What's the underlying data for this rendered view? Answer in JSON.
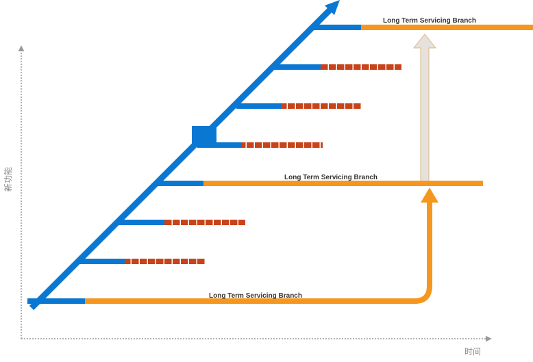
{
  "axes": {
    "y_label": "新功能",
    "x_label": "时间"
  },
  "ltsb": {
    "label_top": "Long Term Servicing Branch",
    "label_middle": "Long Term Servicing Branch",
    "label_bottom": "Long Term Servicing Branch"
  },
  "colors": {
    "trunk": "#0a78d2",
    "ltsb": "#f5971e",
    "feature_segments": "#c8431a",
    "upgrade_arrow_fill": "#e7e1dc",
    "upgrade_arrow_stroke": "#d9b88a",
    "axis": "#999999"
  }
}
